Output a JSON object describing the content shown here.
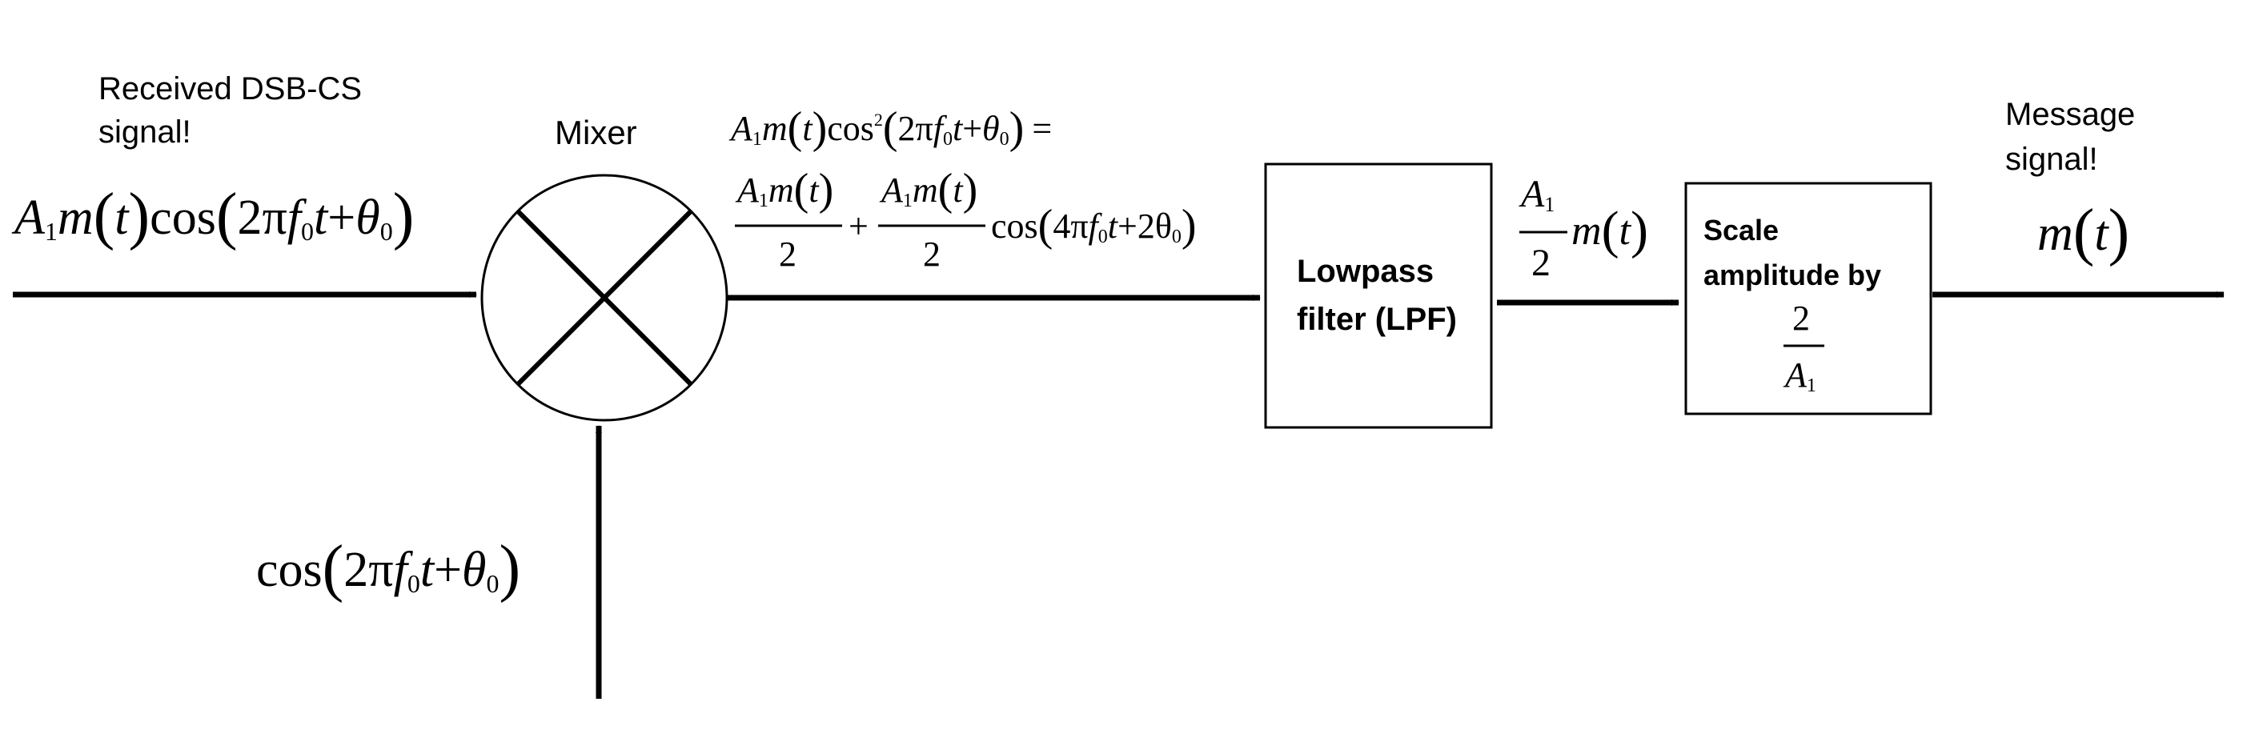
{
  "input_caption": {
    "line1": "Received DSB-CS",
    "line2": "signal!"
  },
  "mixer": {
    "label": "Mixer"
  },
  "input_expr": {
    "A": "A",
    "sub1": "1",
    "m": "m",
    "t": "t",
    "cos": "cos",
    "twopi": "2π",
    "f": "f",
    "sub0": "0",
    "theta": "θ",
    "lp": "(",
    "rp": ")",
    "plus": "+"
  },
  "oscillator_expr": {
    "cos": "cos",
    "twopi": "2π",
    "f": "f",
    "sub0": "0",
    "t": "t",
    "theta": "θ",
    "lp": "(",
    "rp": ")",
    "plus": "+"
  },
  "mixer_output_expr": {
    "line1": {
      "A": "A",
      "sub1": "1",
      "m": "m",
      "t": "t",
      "cos2": "cos",
      "sq": "2",
      "twopi": "2π",
      "f": "f",
      "sub0": "0",
      "theta": "θ",
      "eq": "=",
      "lp": "(",
      "rp": ")",
      "plus": "+"
    },
    "line2": {
      "A": "A",
      "sub1": "1",
      "m": "m",
      "t": "t",
      "den": "2",
      "plus": "+",
      "cos": "cos",
      "fourpi": "4π",
      "f": "f",
      "sub0": "0",
      "twotheta": "2θ",
      "lp": "(",
      "rp": ")"
    }
  },
  "lpf": {
    "line1": "Lowpass",
    "line2": "filter (LPF)"
  },
  "lpf_output_expr": {
    "A": "A",
    "sub1": "1",
    "den": "2",
    "m": "m",
    "t": "t",
    "lp": "(",
    "rp": ")"
  },
  "scale": {
    "line1": "Scale",
    "line2": "amplitude by",
    "num": "2",
    "A": "A",
    "sub1": "1"
  },
  "output_caption": {
    "line1": "Message",
    "line2": "signal!"
  },
  "output_expr": {
    "m": "m",
    "t": "t",
    "lp": "(",
    "rp": ")"
  }
}
